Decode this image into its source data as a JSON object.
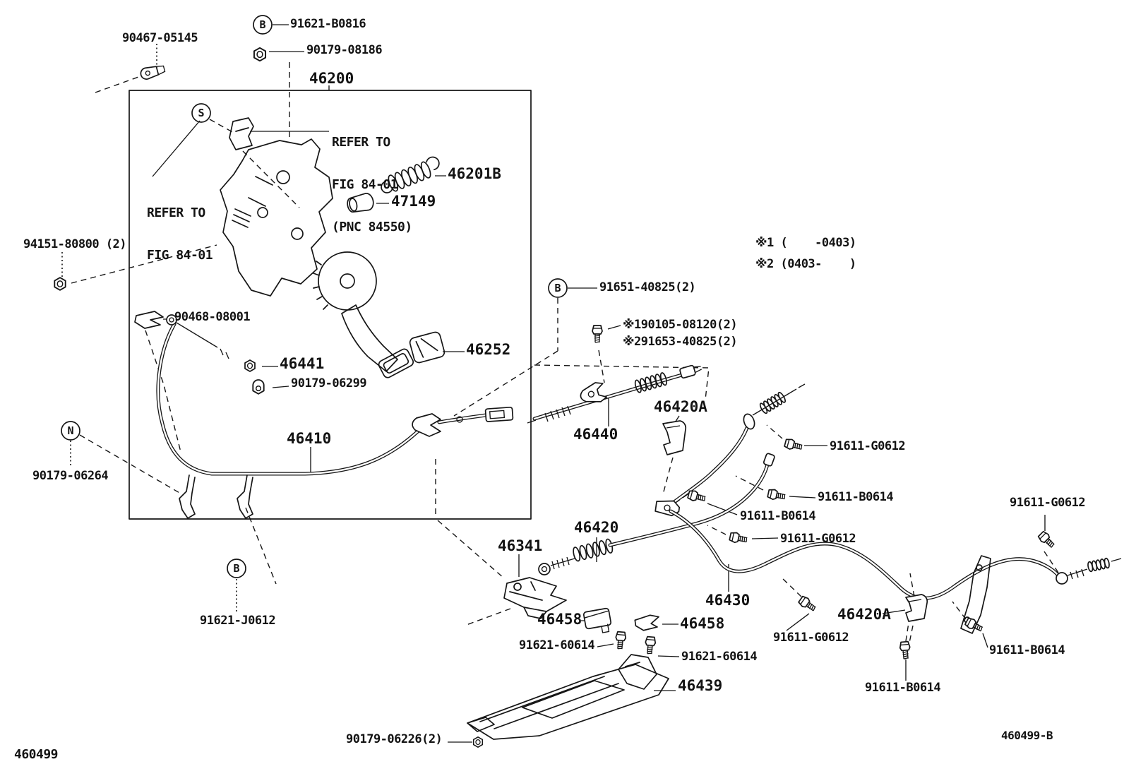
{
  "figure": {
    "code": "460499",
    "code_suffix": "460499-B"
  },
  "notes": {
    "note1": "※1 (    -0403)",
    "note2": "※2 (0403-    )"
  },
  "refer": {
    "pnc_l1": "REFER TO",
    "pnc_l2": "FIG 84-01",
    "pnc_l3": "(PNC 84550)",
    "fig_l1": "REFER TO",
    "fig_l2": "FIG 84-01"
  },
  "callout_circles": [
    {
      "id": "top-b",
      "letter": "B"
    },
    {
      "id": "s",
      "letter": "S"
    },
    {
      "id": "mid-b",
      "letter": "B"
    },
    {
      "id": "n",
      "letter": "N"
    },
    {
      "id": "bottom-b",
      "letter": "B"
    }
  ],
  "labels": [
    {
      "text": "90467-05145"
    },
    {
      "text": "91621-B0816"
    },
    {
      "text": "90179-08186"
    },
    {
      "text": "46200"
    },
    {
      "text": "46201B"
    },
    {
      "text": "47149"
    },
    {
      "text": "94151-80800 (2)"
    },
    {
      "text": "90468-08001"
    },
    {
      "text": "46441"
    },
    {
      "text": "90179-06299"
    },
    {
      "text": "90179-06264"
    },
    {
      "text": "46410"
    },
    {
      "text": "91651-40825(2)"
    },
    {
      "text": "※190105-08120(2)"
    },
    {
      "text": "※291653-40825(2)"
    },
    {
      "text": "46252"
    },
    {
      "text": "46420A"
    },
    {
      "text": "46440"
    },
    {
      "text": "91611-G0612"
    },
    {
      "text": "91611-B0614"
    },
    {
      "text": "91611-B0614"
    },
    {
      "text": "91611-G0612"
    },
    {
      "text": "91611-G0612"
    },
    {
      "text": "46420"
    },
    {
      "text": "46341"
    },
    {
      "text": "46430"
    },
    {
      "text": "46420A"
    },
    {
      "text": "46458"
    },
    {
      "text": "46458"
    },
    {
      "text": "91611-G0612"
    },
    {
      "text": "91621-60614"
    },
    {
      "text": "91621-60614"
    },
    {
      "text": "91611-B0614"
    },
    {
      "text": "91611-B0614"
    },
    {
      "text": "46439"
    },
    {
      "text": "91621-J0612"
    },
    {
      "text": "90179-06226(2)"
    }
  ]
}
